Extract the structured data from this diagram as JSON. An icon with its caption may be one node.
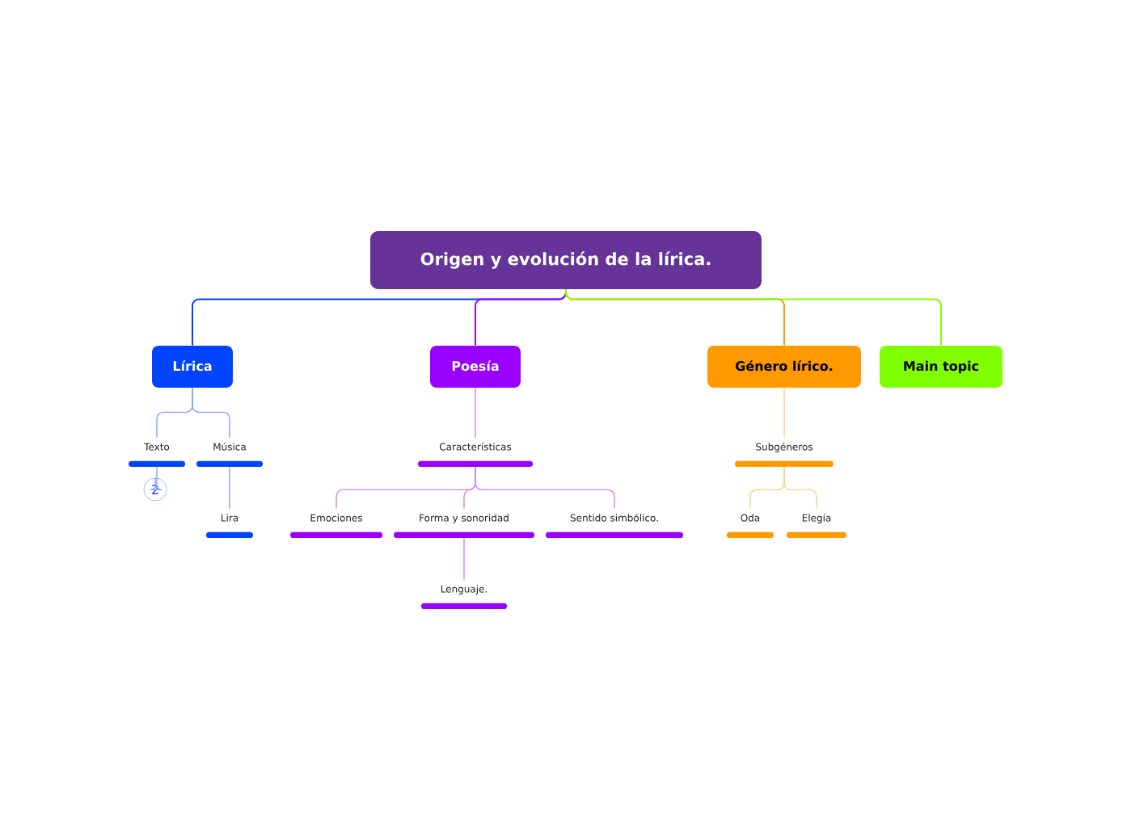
{
  "diagram": {
    "nodes": [
      {
        "text": [
          "Origen y evolución de la lírica."
        ]
      },
      {
        "text": [
          "Lírica"
        ]
      },
      {
        "text": [
          "Poesía"
        ]
      },
      {
        "text": [
          "Género lírico."
        ]
      },
      {
        "text": [
          "Main topic"
        ]
      },
      {
        "text": [
          "Texto"
        ]
      },
      {
        "text": [
          "Música"
        ]
      },
      {
        "text": [
          "2"
        ]
      },
      {
        "text": [
          "Lira"
        ]
      },
      {
        "text": [
          "Características"
        ]
      },
      {
        "text": [
          "Emociones"
        ]
      },
      {
        "text": [
          "Forma y sonoridad"
        ]
      },
      {
        "text": [
          "Sentido simbólico."
        ]
      },
      {
        "text": [
          "Lenguaje."
        ]
      },
      {
        "text": [
          "Subgéneros"
        ]
      },
      {
        "text": [
          "Oda"
        ]
      },
      {
        "text": [
          "Elegía"
        ]
      }
    ],
    "edges": [
      {
        "from": 0,
        "to": 1,
        "arrow": "none",
        "color": "#0040ff"
      },
      {
        "from": 0,
        "to": 2,
        "arrow": "none",
        "color": "#9900ff"
      },
      {
        "from": 0,
        "to": 3,
        "arrow": "none",
        "color": "#ff9900"
      },
      {
        "from": 0,
        "to": 4,
        "arrow": "none",
        "color": "#80ff00"
      },
      {
        "from": 1,
        "to": 5,
        "arrow": "none",
        "color": "#7fa2ff"
      },
      {
        "from": 1,
        "to": 6,
        "arrow": "none",
        "color": "#7fa2ff"
      },
      {
        "from": 5,
        "to": 7,
        "arrow": "none",
        "color": "#7fa2ff"
      },
      {
        "from": 6,
        "to": 8,
        "arrow": "none",
        "color": "#7fa2ff"
      },
      {
        "from": 2,
        "to": 9,
        "arrow": "none",
        "color": "#cc80ff"
      },
      {
        "from": 9,
        "to": 10,
        "arrow": "none",
        "color": "#cc80ff"
      },
      {
        "from": 9,
        "to": 11,
        "arrow": "none",
        "color": "#cc80ff"
      },
      {
        "from": 9,
        "to": 12,
        "arrow": "none",
        "color": "#cc80ff"
      },
      {
        "from": 11,
        "to": 13,
        "arrow": "none",
        "color": "#cc80ff"
      },
      {
        "from": 3,
        "to": 14,
        "arrow": "none",
        "color": "#ffcc80"
      },
      {
        "from": 14,
        "to": 15,
        "arrow": "none",
        "color": "#ffcc80"
      },
      {
        "from": 14,
        "to": 16,
        "arrow": "none",
        "color": "#ffcc80"
      }
    ]
  }
}
